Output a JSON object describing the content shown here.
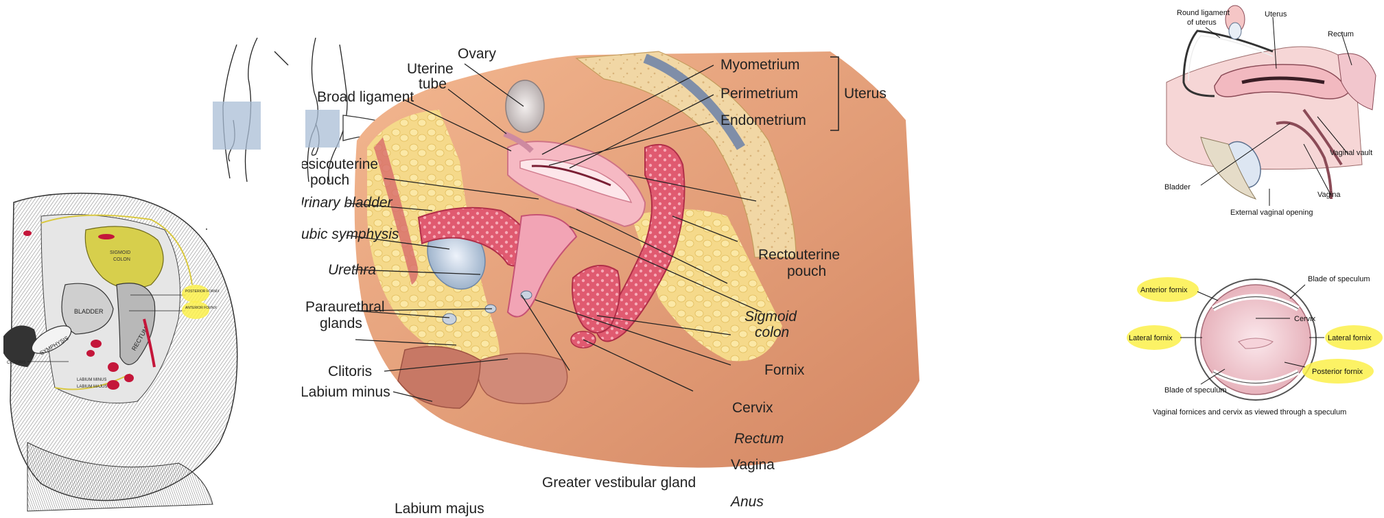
{
  "left_panel": {
    "labels": {
      "sigmoid": "SIGMOID COLON",
      "bladder": "BLADDER",
      "symphysis": "SYMPHYSIS",
      "rectum": "RECTUM",
      "labium_minus": "LABIUM MINUS",
      "labium_majus": "LABIUM MAJUS",
      "clitoris": "CLITORIS",
      "posterior_fornix": "POSTERIOR FORNIX",
      "anterior_fornix": "ANTERIOR FORNIX"
    }
  },
  "main_panel": {
    "labels": {
      "ovary": "Ovary",
      "uterine_tube_1": "Uterine",
      "uterine_tube_2": "tube",
      "broad_ligament": "Broad ligament",
      "vesicouterine_1": "Vesicouterine",
      "vesicouterine_2": "pouch",
      "urinary_bladder": "Urinary bladder",
      "pubic_symphysis": "Pubic symphysis",
      "urethra": "Urethra",
      "paraurethral_1": "Paraurethral",
      "paraurethral_2": "glands",
      "clitoris": "Clitoris",
      "labium_minus": "Labium minus",
      "labium_majus": "Labium majus",
      "greater_vestibular": "Greater vestibular gland",
      "anus": "Anus",
      "vagina": "Vagina",
      "rectum": "Rectum",
      "cervix": "Cervix",
      "fornix": "Fornix",
      "sigmoid_1": "Sigmoid",
      "sigmoid_2": "colon",
      "rectouterine_1": "Rectouterine",
      "rectouterine_2": "pouch",
      "myometrium": "Myometrium",
      "perimetrium": "Perimetrium",
      "endometrium": "Endometrium",
      "uterus": "Uterus"
    }
  },
  "top_right_panel": {
    "labels": {
      "round_ligament_1": "Round ligament",
      "round_ligament_2": "of uterus",
      "uterus": "Uterus",
      "rectum": "Rectum",
      "vaginal_vault": "Vaginal vault",
      "bladder": "Bladder",
      "vagina": "Vagina",
      "external_opening": "External vaginal opening"
    }
  },
  "bottom_right_panel": {
    "labels": {
      "blade_top": "Blade of speculum",
      "anterior_fornix": "Anterior fornix",
      "cervix": "Cervix",
      "lateral_fornix_left": "Lateral fornix",
      "lateral_fornix_right": "Lateral fornix",
      "posterior_fornix": "Posterior fornix",
      "blade_bottom": "Blade of speculum",
      "caption": "Vaginal fornices and cervix as viewed through a speculum"
    }
  }
}
